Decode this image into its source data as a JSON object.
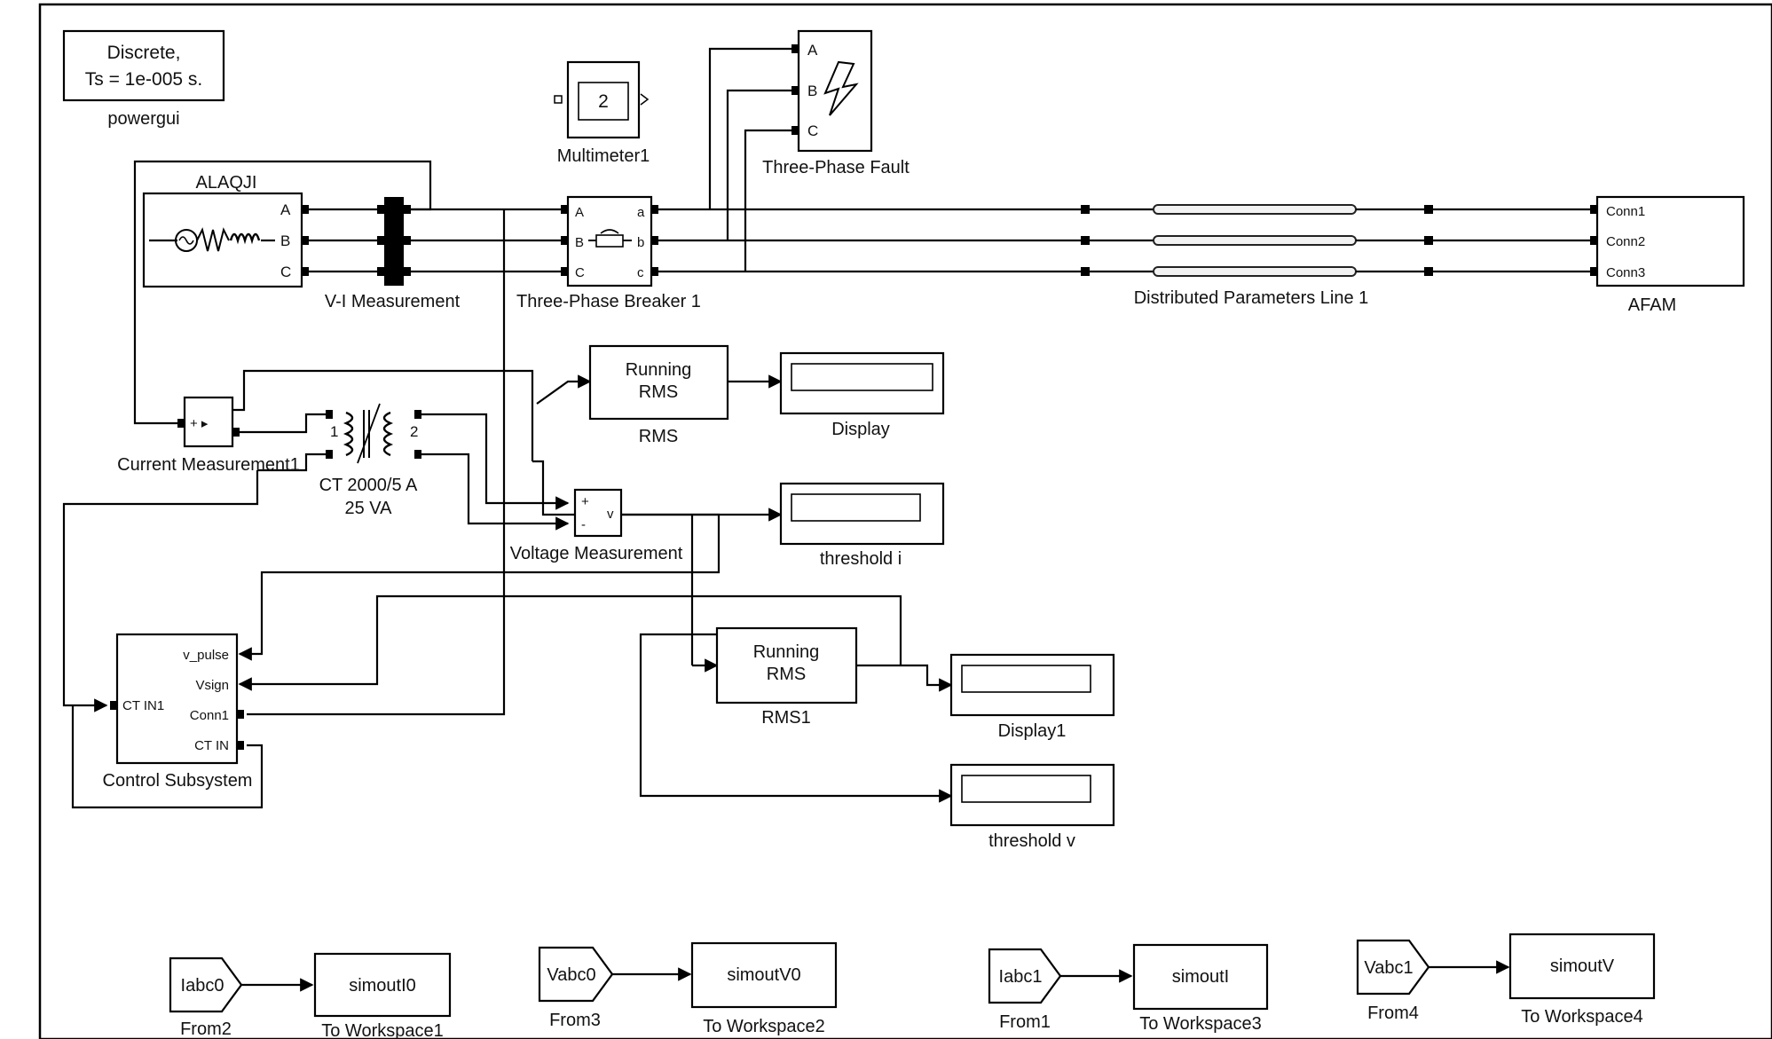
{
  "powergui": {
    "line1": "Discrete,",
    "line2": "Ts = 1e-005 s.",
    "name": "powergui"
  },
  "source": {
    "name": "ALAQJI",
    "ports": [
      "A",
      "B",
      "C"
    ]
  },
  "vi_measurement": {
    "name": "V-I Measurement"
  },
  "multimeter": {
    "value": "2",
    "name": "Multimeter1"
  },
  "fault": {
    "name": "Three-Phase Fault",
    "ports": [
      "A",
      "B",
      "C"
    ]
  },
  "breaker": {
    "name": "Three-Phase Breaker 1",
    "in_ports": [
      "A",
      "B",
      "C"
    ],
    "out_ports": [
      "a",
      "b",
      "c"
    ]
  },
  "line": {
    "name": "Distributed Parameters Line 1"
  },
  "load": {
    "name": "AFAM",
    "ports": [
      "Conn1",
      "Conn2",
      "Conn3"
    ]
  },
  "current_measurement": {
    "name": "Current Measurement1"
  },
  "ct": {
    "line1": "CT 2000/5 A",
    "line2": "25 VA",
    "p1": "1",
    "p2": "2"
  },
  "rms": {
    "line1": "Running",
    "line2": "RMS",
    "name": "RMS"
  },
  "display": {
    "name": "Display"
  },
  "threshold_i": {
    "name": "threshold i"
  },
  "voltage_measurement": {
    "name": "Voltage Measurement"
  },
  "control": {
    "name": "Control Subsystem",
    "in_port": "CT IN1",
    "ports": [
      "v_pulse",
      "Vsign",
      "Conn1",
      "CT IN"
    ]
  },
  "rms1": {
    "line1": "Running",
    "line2": "RMS",
    "name": "RMS1"
  },
  "display1": {
    "name": "Display1"
  },
  "threshold_v": {
    "name": "threshold v"
  },
  "from_blocks": [
    {
      "tag": "Iabc0",
      "name": "From2",
      "ws": "simoutI0",
      "ws_name": "To Workspace1"
    },
    {
      "tag": "Vabc0",
      "name": "From3",
      "ws": "simoutV0",
      "ws_name": "To Workspace2"
    },
    {
      "tag": "Iabc1",
      "name": "From1",
      "ws": "simoutI",
      "ws_name": "To Workspace3"
    },
    {
      "tag": "Vabc1",
      "name": "From4",
      "ws": "simoutV",
      "ws_name": "To Workspace4"
    }
  ]
}
